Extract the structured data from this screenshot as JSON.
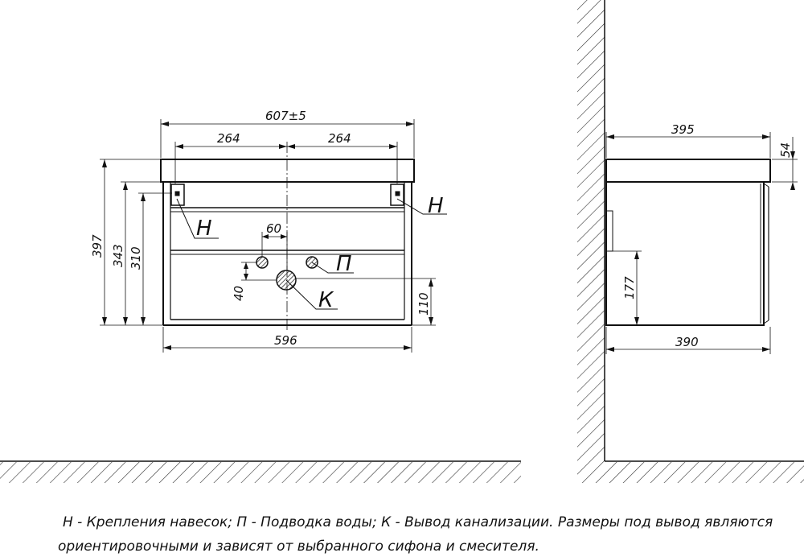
{
  "front_view": {
    "overall_width": "607±5",
    "left_mount_offset": "264",
    "right_mount_offset": "264",
    "height_total": "397",
    "height_mid": "343",
    "height_body": "310",
    "pipe_spacing": "60",
    "pipe_height": "40",
    "drain_height": "110",
    "body_width": "596",
    "mount_label_left": "Н",
    "mount_label_right": "Н",
    "water_label": "П",
    "drain_label": "К"
  },
  "side_view": {
    "top_depth": "395",
    "top_thickness": "54",
    "inner_height": "177",
    "body_depth": "390"
  },
  "legend": {
    "line1": "Н - Крепления навесок; П - Подводка воды; К - Вывод канализации. Размеры под вывод являются",
    "line2": "ориентировочными и зависят от выбранного сифона и смесителя."
  }
}
